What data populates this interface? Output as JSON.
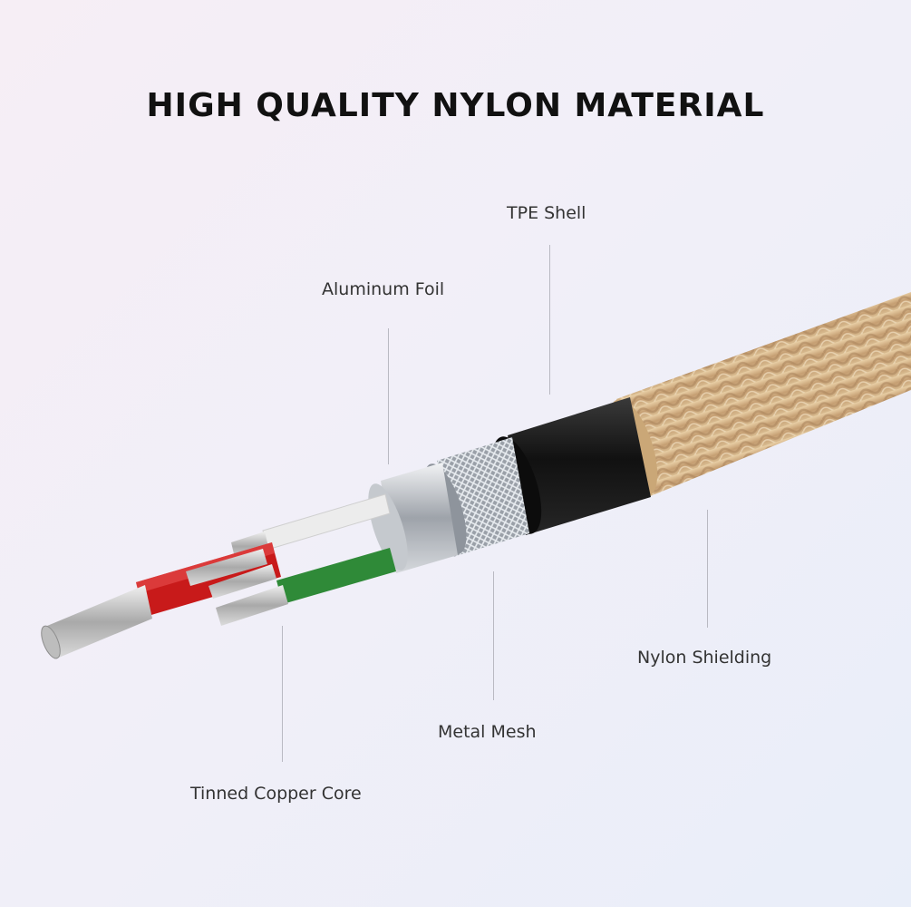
{
  "title": "HIGH QUALITY NYLON MATERIAL",
  "labels": {
    "tpe_shell": "TPE Shell",
    "aluminum_foil": "Aluminum Foil",
    "nylon_shielding": "Nylon Shielding",
    "metal_mesh": "Metal Mesh",
    "tinned_copper_core": "Tinned Copper Core"
  },
  "colors": {
    "nylon": "#c9a57a",
    "tpe": "#151515",
    "foil": "#b8bcc2",
    "red_wire": "#c81a1a",
    "green_wire": "#2f8a38",
    "white_wire": "#e6e6e6",
    "copper": "#c8c8c8"
  }
}
